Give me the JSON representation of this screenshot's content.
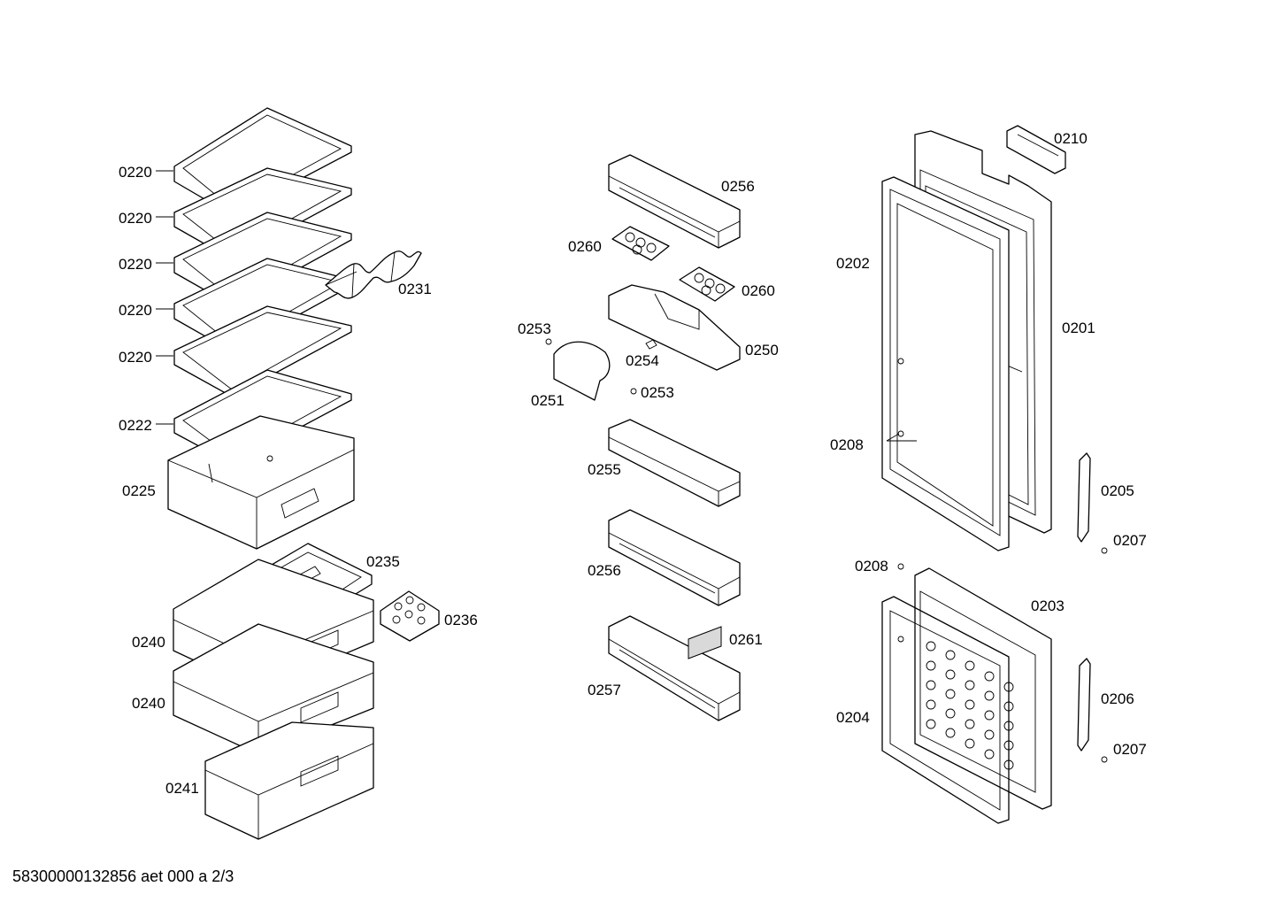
{
  "footer_text": "58300000132856 aet 000 a 2/3",
  "part_labels": {
    "p0220a": "0220",
    "p0220b": "0220",
    "p0220c": "0220",
    "p0220d": "0220",
    "p0220e": "0220",
    "p0222": "0222",
    "p0225": "0225",
    "p0231": "0231",
    "p0235": "0235",
    "p0236": "0236",
    "p0240a": "0240",
    "p0240b": "0240",
    "p0241": "0241",
    "p0256a": "0256",
    "p0260a": "0260",
    "p0260b": "0260",
    "p0250": "0250",
    "p0253a": "0253",
    "p0254": "0254",
    "p0253b": "0253",
    "p0251": "0251",
    "p0255": "0255",
    "p0256b": "0256",
    "p0261": "0261",
    "p0257": "0257",
    "p0210": "0210",
    "p0202": "0202",
    "p0201": "0201",
    "p0208a": "0208",
    "p0205": "0205",
    "p0207a": "0207",
    "p0208b": "0208",
    "p0203": "0203",
    "p0204": "0204",
    "p0206": "0206",
    "p0207b": "0207"
  }
}
